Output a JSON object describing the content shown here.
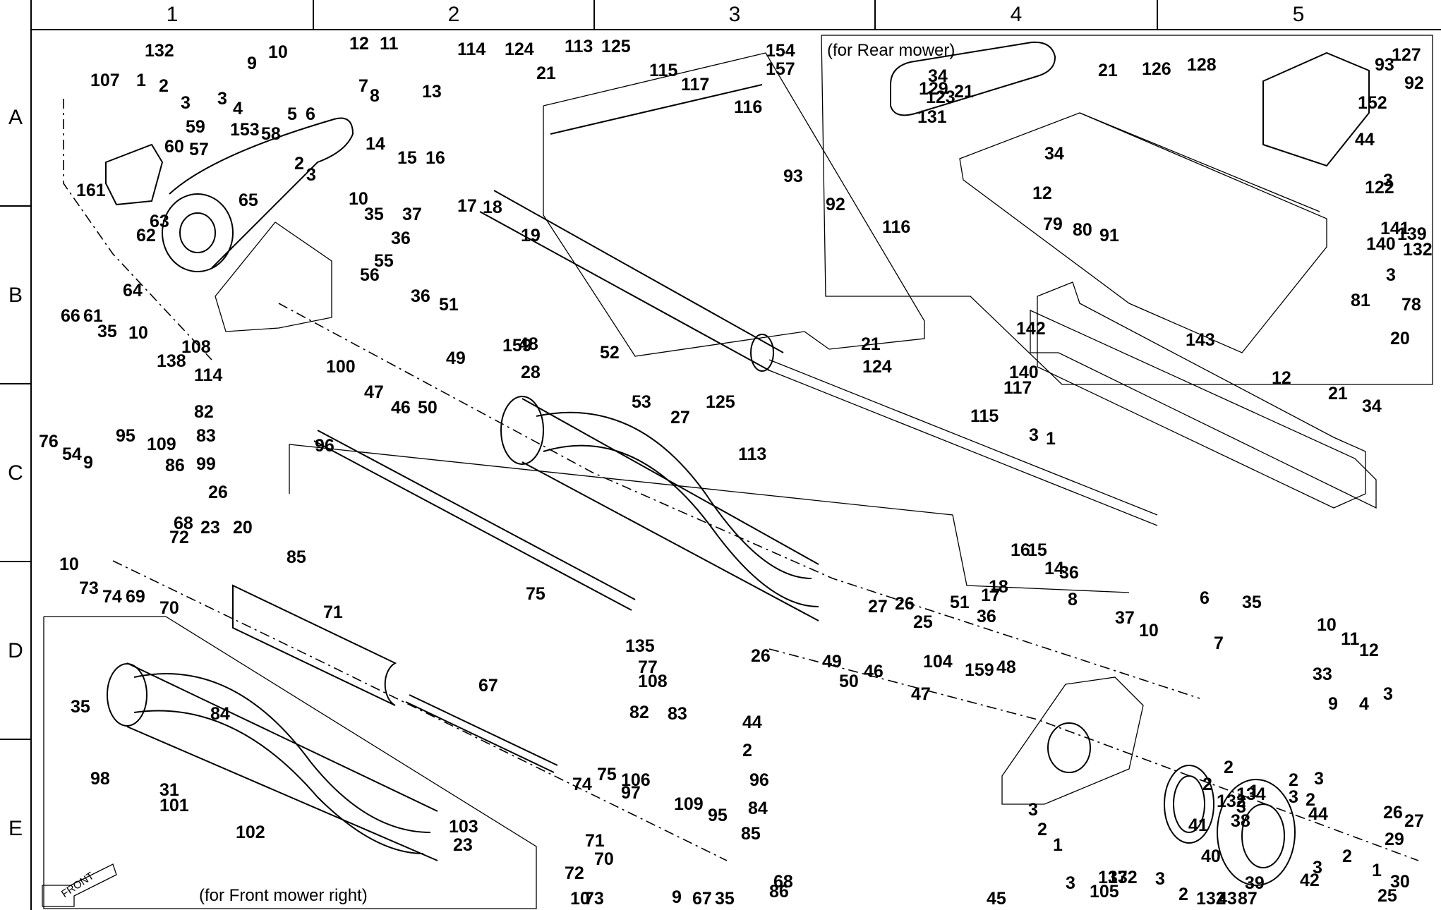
{
  "grid": {
    "columns": [
      "1",
      "2",
      "3",
      "4",
      "5"
    ],
    "rows": [
      "A",
      "B",
      "C",
      "D",
      "E"
    ]
  },
  "captions": {
    "rear_mower": "(for Rear mower)",
    "front_mower_right": "(for Front mower right)",
    "front_arrow": "FRONT"
  },
  "callouts": [
    "132",
    "10",
    "12",
    "11",
    "9",
    "107",
    "1",
    "2",
    "3",
    "3",
    "4",
    "5",
    "6",
    "7",
    "8",
    "13",
    "114",
    "124",
    "113",
    "125",
    "21",
    "115",
    "117",
    "116",
    "154",
    "157",
    "2",
    "3",
    "59",
    "153",
    "58",
    "60",
    "57",
    "65",
    "161",
    "62",
    "63",
    "14",
    "15",
    "16",
    "17",
    "18",
    "19",
    "93",
    "92",
    "116",
    "10",
    "35",
    "37",
    "36",
    "56",
    "55",
    "64",
    "66",
    "61",
    "35",
    "10",
    "138",
    "108",
    "100",
    "36",
    "51",
    "47",
    "46",
    "50",
    "49",
    "159",
    "48",
    "28",
    "52",
    "53",
    "27",
    "125",
    "113",
    "21",
    "124",
    "117",
    "115",
    "114",
    "82",
    "83",
    "96",
    "99",
    "84",
    "26",
    "23",
    "20",
    "85",
    "95",
    "109",
    "86",
    "68",
    "72",
    "73",
    "74",
    "69",
    "70",
    "71",
    "75",
    "76",
    "54",
    "9",
    "10",
    "35",
    "67",
    "135",
    "77",
    "108",
    "82",
    "83",
    "44",
    "2",
    "96",
    "84",
    "85",
    "109",
    "95",
    "68",
    "86",
    "9",
    "67",
    "35",
    "10",
    "73",
    "72",
    "70",
    "71",
    "74",
    "75",
    "106",
    "97",
    "98",
    "31",
    "101",
    "102",
    "103",
    "23",
    "26",
    "49",
    "50",
    "46",
    "47",
    "104",
    "159",
    "48",
    "27",
    "26",
    "25",
    "51",
    "36",
    "18",
    "17",
    "16",
    "15",
    "14",
    "8",
    "36",
    "37",
    "10",
    "35",
    "7",
    "6",
    "10",
    "11",
    "12",
    "33",
    "9",
    "4",
    "3",
    "2",
    "132",
    "134",
    "3",
    "2",
    "1",
    "2",
    "3",
    "3",
    "2",
    "44",
    "45",
    "3",
    "2",
    "1",
    "137",
    "3",
    "132",
    "105",
    "3",
    "2",
    "132",
    "43",
    "87",
    "41",
    "40",
    "38",
    "39",
    "42",
    "3",
    "2",
    "1",
    "30",
    "25",
    "26",
    "27",
    "29",
    "129",
    "131",
    "123",
    "34",
    "21",
    "12",
    "34",
    "21",
    "126",
    "128",
    "127",
    "152",
    "93",
    "92",
    "44",
    "122",
    "3",
    "141",
    "140",
    "139",
    "132",
    "3",
    "79",
    "80",
    "91",
    "78",
    "81",
    "142",
    "140",
    "143",
    "3",
    "1",
    "12",
    "21",
    "34",
    "20"
  ]
}
